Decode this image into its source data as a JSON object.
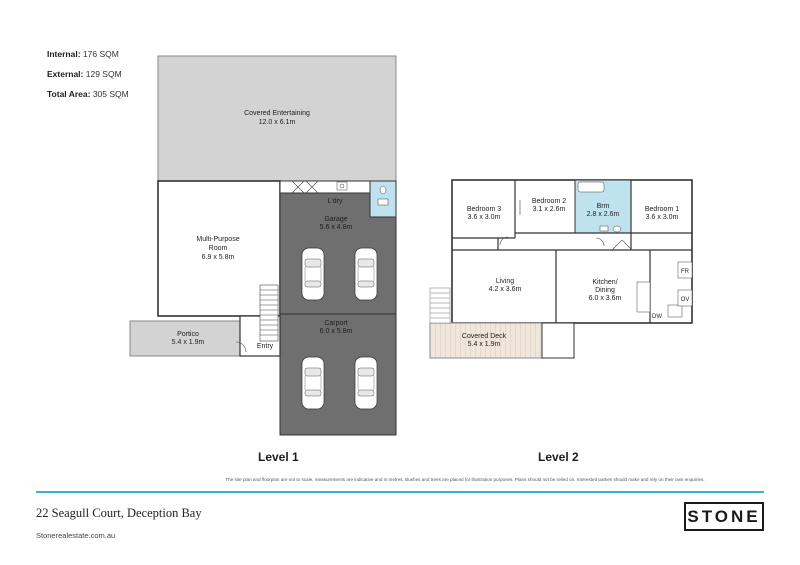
{
  "areas": {
    "internal_label": "Internal:",
    "internal_value": "176 SQM",
    "external_label": "External:",
    "external_value": "129 SQM",
    "total_label": "Total Area:",
    "total_value": "305 SQM"
  },
  "level1": {
    "title": "Level 1",
    "rooms": {
      "covered_entertaining": {
        "name": "Covered Entertaining",
        "size": "12.0 x 6.1m"
      },
      "laundry": {
        "name": "L'dry"
      },
      "garage": {
        "name": "Garage",
        "size": "5.6 x 4.8m"
      },
      "multi_purpose": {
        "name1": "Multi-Purpose",
        "name2": "Room",
        "size": "6.9 x 5.8m"
      },
      "portico": {
        "name": "Portico",
        "size": "5.4 x 1.9m"
      },
      "entry": {
        "name": "Entry"
      },
      "carport": {
        "name": "Carport",
        "size": "6.0 x 5.8m"
      }
    }
  },
  "level2": {
    "title": "Level 2",
    "rooms": {
      "bedroom3": {
        "name": "Bedroom 3",
        "size": "3.6 x 3.0m"
      },
      "bedroom2": {
        "name": "Bedroom 2",
        "size": "3.1 x 2.6m"
      },
      "bathroom": {
        "name": "Brm",
        "size": "2.8 x 2.6m"
      },
      "bedroom1": {
        "name": "Bedroom 1",
        "size": "3.6 x 3.0m"
      },
      "living": {
        "name": "Living",
        "size": "4.2 x 3.6m"
      },
      "kitchen": {
        "name1": "Kitchen/",
        "name2": "Dining",
        "size": "6.0 x 3.6m"
      },
      "covered_deck": {
        "name": "Covered Deck",
        "size": "5.4 x 1.9m"
      },
      "fridge": "FR",
      "oven": "OV",
      "dishwasher": "DW"
    }
  },
  "disclaimer": "The site plan and floorplan are not to scale, measurements are indicative and in metres. Bushes and trees are placed for illustration purposes. Plans should not be relied on. Interested parties should make and rely on their own enquiries.",
  "footer": {
    "address": "22 Seagull Court, Deception Bay",
    "website": "Stonerealestate.com.au",
    "brand": "STONE"
  },
  "colors": {
    "accent_rule": "#3bb3cf",
    "parking_fill": "#6f6f6f",
    "outdoor_fill": "#d3d3d3",
    "bathroom_fill": "#bfe3ee",
    "deck_fill": "#efe6dc"
  }
}
